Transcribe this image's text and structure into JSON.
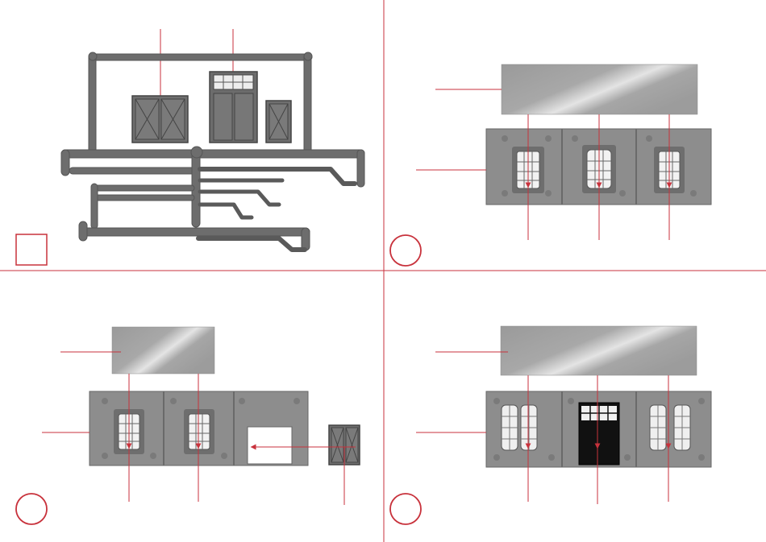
{
  "colors": {
    "divider": "#c8323c",
    "callout": "#c8323c",
    "wall": "#8c8c8c",
    "wall_dark": "#6e6e6e",
    "part": "#6a6a6a",
    "glass_light": "#f4f4f4",
    "door_black": "#111111",
    "background": "#ffffff"
  },
  "panels": [
    {
      "id": "sprue",
      "marker": "square"
    },
    {
      "id": "step-a",
      "marker": "circle"
    },
    {
      "id": "step-b",
      "marker": "circle"
    },
    {
      "id": "step-c",
      "marker": "circle"
    }
  ],
  "icons": {
    "step_marker": "circle-outline-icon",
    "sprue_marker": "square-outline-icon",
    "callout_arrow": "arrow-down-icon"
  }
}
